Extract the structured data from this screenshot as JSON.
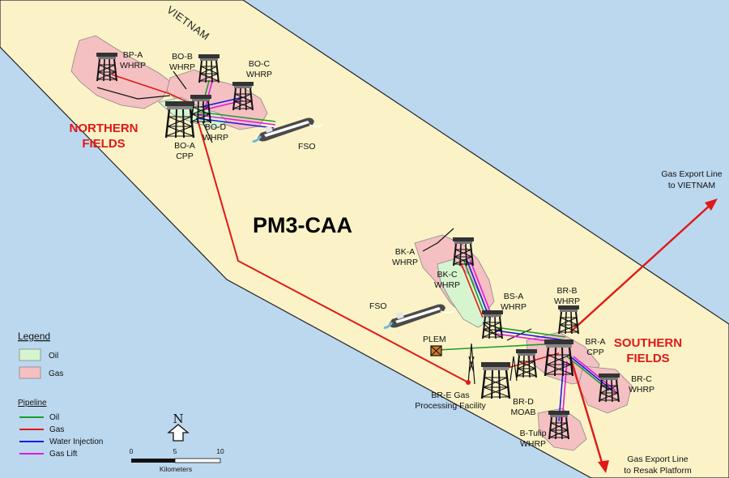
{
  "map": {
    "country_label": "VIETNAM",
    "block_label": "PM3-CAA",
    "regions": {
      "northern": [
        "NORTHERN",
        "FIELDS"
      ],
      "southern": [
        "SOUTHERN",
        "FIELDS"
      ]
    },
    "platforms": [
      {
        "id": "bp_a",
        "lines": [
          "BP-A",
          "WHRP"
        ]
      },
      {
        "id": "bo_b",
        "lines": [
          "BO-B",
          "WHRP"
        ]
      },
      {
        "id": "bo_c",
        "lines": [
          "BO-C",
          "WHRP"
        ]
      },
      {
        "id": "bo_d",
        "lines": [
          "BO-D",
          "WHRP"
        ]
      },
      {
        "id": "bo_a",
        "lines": [
          "BO-A",
          "CPP"
        ]
      },
      {
        "id": "bk_a",
        "lines": [
          "BK-A",
          "WHRP"
        ]
      },
      {
        "id": "bk_c",
        "lines": [
          "BK-C",
          "WHRP"
        ]
      },
      {
        "id": "bs_a",
        "lines": [
          "BS-A",
          "WHRP"
        ]
      },
      {
        "id": "br_b",
        "lines": [
          "BR-B",
          "WHRP"
        ]
      },
      {
        "id": "br_a",
        "lines": [
          "BR-A",
          "CPP"
        ]
      },
      {
        "id": "br_c",
        "lines": [
          "BR-C",
          "WHRP"
        ]
      },
      {
        "id": "br_d",
        "lines": [
          "BR-D",
          "MOAB"
        ]
      },
      {
        "id": "br_e",
        "lines": [
          "BR-E Gas",
          "Processing Facility"
        ]
      },
      {
        "id": "b_tulip",
        "lines": [
          "B-Tulip",
          "WHRP"
        ]
      }
    ],
    "vessels": {
      "fso_north": "FSO",
      "fso_south": "FSO"
    },
    "plem": "PLEM",
    "export_vietnam": [
      "Gas Export Line",
      "to VIETNAM"
    ],
    "export_resak": [
      "Gas Export Line",
      "to Resak Platform"
    ]
  },
  "legend": {
    "title": "Legend",
    "fields": [
      {
        "label": "Oil",
        "color": "#d6f5cf"
      },
      {
        "label": "Gas",
        "color": "#f5c0c2"
      }
    ],
    "pipeline_title": "Pipeline",
    "pipelines": [
      {
        "label": "Oil",
        "color": "#1e9a2e"
      },
      {
        "label": "Gas",
        "color": "#e01818"
      },
      {
        "label": "Water Injection",
        "color": "#1a1ae0"
      },
      {
        "label": "Gas Lift",
        "color": "#e018e0"
      }
    ]
  },
  "north_arrow": "N",
  "scale": {
    "ticks": [
      "0",
      "5",
      "10"
    ],
    "unit": "Kilometers"
  }
}
